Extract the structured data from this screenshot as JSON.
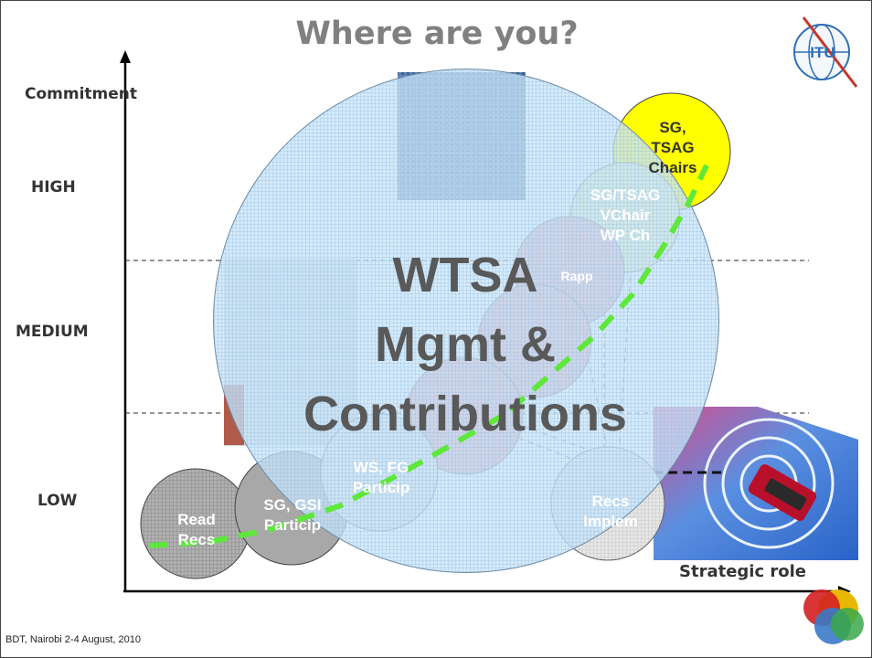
{
  "title": "Where are you?",
  "y_axis_label": "Commitment",
  "x_axis_label": "Strategic role",
  "levels": {
    "high": "HIGH",
    "medium": "MEDIUM",
    "low": "LOW"
  },
  "center_text": {
    "line1": "WTSA",
    "line2": "Mgmt &",
    "line3": "Contributions"
  },
  "nodes": {
    "read_recs": {
      "line1": "Read",
      "line2": "Recs"
    },
    "sg_gsi": {
      "line1": "SG, GSI",
      "line2": "Particip"
    },
    "ws_fg": {
      "line1": "WS, FG",
      "line2": "Particip"
    },
    "recs_implem": {
      "line1": "Recs",
      "line2": "Implem"
    },
    "sg_tsag_chairs": {
      "line1": "SG,",
      "line2": "TSAG",
      "line3": "Chairs"
    },
    "sg_tsag_vchair": {
      "line1": "SG/TSAG",
      "line2": "VChair",
      "line3": "WP Ch"
    },
    "rapp": {
      "line1": "Rapp"
    }
  },
  "footer": "BDT, Nairobi 2-4 August, 2010",
  "logo_text": "ITU",
  "colors": {
    "title": "#808080",
    "path_line": "#5de83a",
    "big_circle": "#c8e4f8",
    "chairs_circle": "#ffff00",
    "pink_circle": "#e8a0ac",
    "gray_circle": "#a8a8a8"
  }
}
